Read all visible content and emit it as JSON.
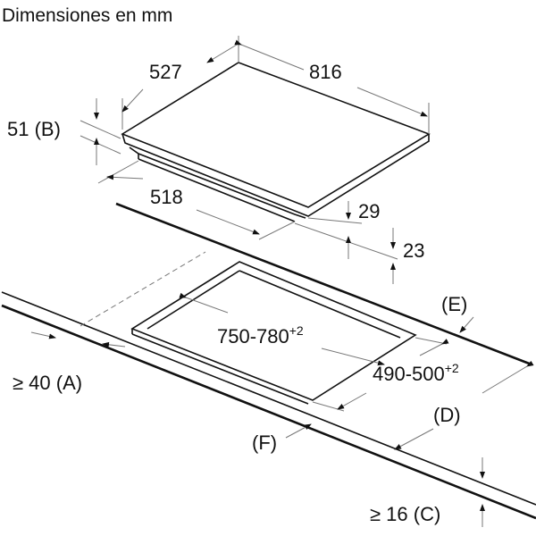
{
  "title": "Dimensiones en mm",
  "labels": {
    "width": "816",
    "depth": "527",
    "height_b": "51 (B)",
    "under_depth": "518",
    "h29": "29",
    "h23": "23",
    "cutout_width": "750-780",
    "cutout_width_tol": "+2",
    "cutout_depth": "490-500",
    "cutout_depth_tol": "+2",
    "a": "≥ 40 (A)",
    "c": "≥ 16 (C)",
    "d": "(D)",
    "e": "(E)",
    "f": "(F)"
  }
}
